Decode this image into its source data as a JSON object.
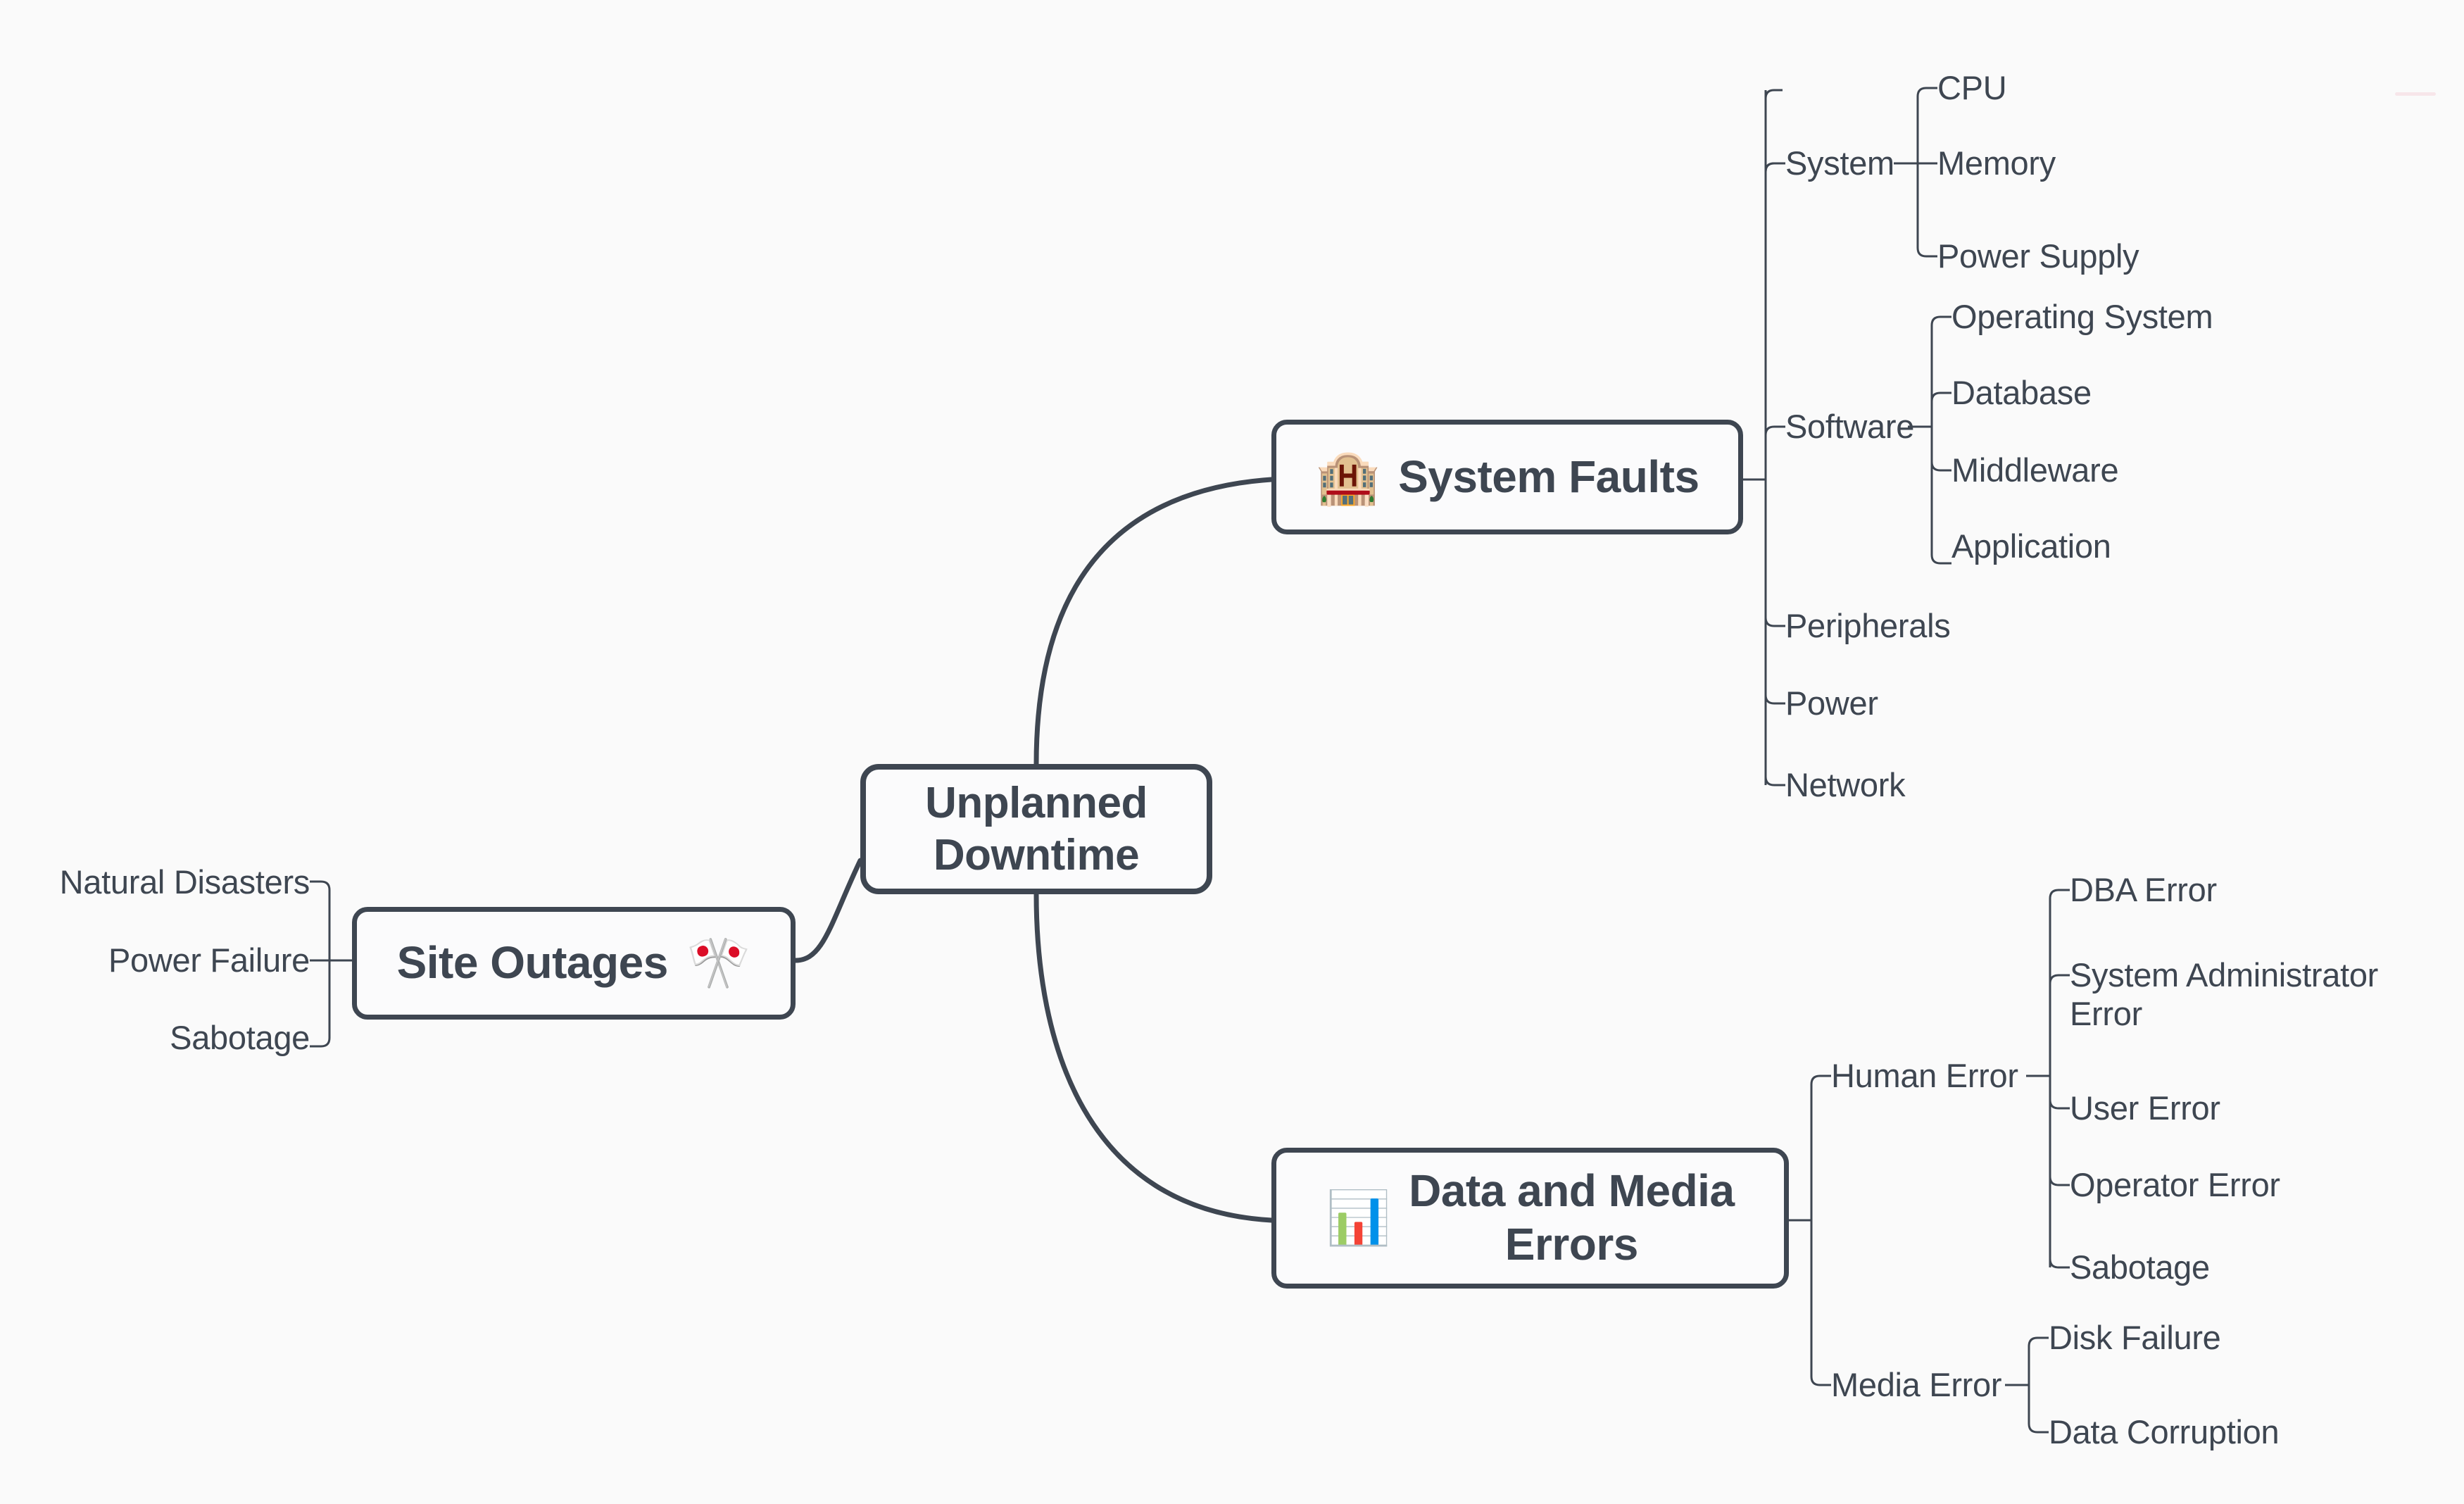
{
  "diagram": {
    "type": "mindmap",
    "title": "Unplanned Downtime",
    "background_color": "#fafafa",
    "node_fill_color": "#fbfbfc",
    "stroke_color": "#3e4651",
    "text_color": "#3e4651"
  },
  "root": {
    "label": "Unplanned\nDowntime",
    "line1": "Unplanned",
    "line2": "Downtime"
  },
  "branches": {
    "system_faults": {
      "label": "System Faults",
      "emoji": "🏨",
      "emoji_name": "hotel-building-icon",
      "children": [
        {
          "label": "System",
          "children": [
            "CPU",
            "Memory",
            "Power Supply"
          ]
        },
        {
          "label": "Software",
          "children": [
            "Operating System",
            "Database",
            "Middleware",
            "Application"
          ]
        },
        {
          "label": "Peripherals",
          "children": []
        },
        {
          "label": "Power",
          "children": []
        },
        {
          "label": "Network",
          "children": []
        }
      ]
    },
    "site_outages": {
      "label": "Site Outages",
      "emoji": "🎌",
      "emoji_name": "crossed-flags-icon",
      "children": [
        {
          "label": "Natural Disasters",
          "children": []
        },
        {
          "label": "Power Failure",
          "children": []
        },
        {
          "label": "Sabotage",
          "children": []
        }
      ]
    },
    "data_and_media_errors": {
      "label": "Data and Media Errors",
      "line1": "Data and Media",
      "line2": "Errors",
      "emoji": "📊",
      "emoji_name": "bar-chart-increasing-icon",
      "children": [
        {
          "label": "Human Error",
          "children": [
            "DBA Error",
            "System Administrator Error",
            "User Error",
            "Operator Error",
            "Sabotage"
          ]
        },
        {
          "label": "Media Error",
          "children": [
            "Disk Failure",
            "Data Corruption"
          ]
        }
      ]
    }
  },
  "leaves": {
    "cpu": "CPU",
    "memory": "Memory",
    "power_supply": "Power Supply",
    "operating_system": "Operating System",
    "database": "Database",
    "middleware": "Middleware",
    "application": "Application",
    "peripherals": "Peripherals",
    "power": "Power",
    "network": "Network",
    "system": "System",
    "software": "Software",
    "natural_disasters": "Natural Disasters",
    "power_failure": "Power Failure",
    "sabotage_site": "Sabotage",
    "human_error": "Human Error",
    "media_error": "Media Error",
    "dba_error": "DBA Error",
    "sysadmin_error": "System Administrator Error",
    "user_error": "User Error",
    "operator_error": "Operator Error",
    "sabotage_human": "Sabotage",
    "disk_failure": "Disk Failure",
    "data_corruption": "Data Corruption"
  }
}
